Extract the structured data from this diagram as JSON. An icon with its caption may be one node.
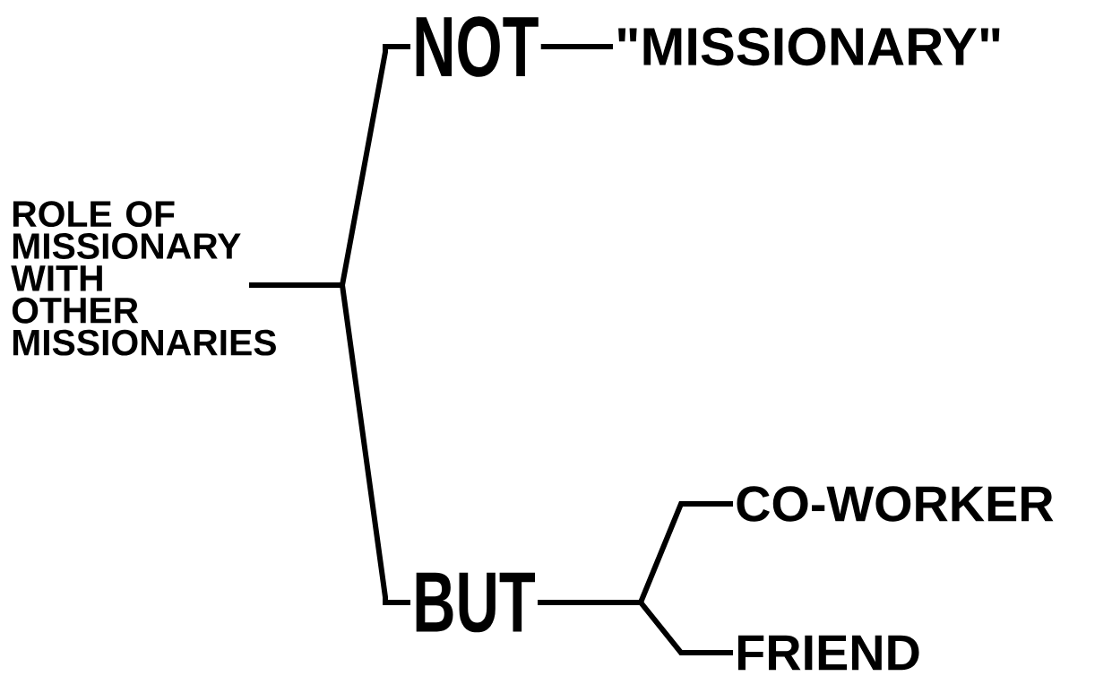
{
  "diagram": {
    "nodes": [
      {
        "text": [
          "ROLE OF MISSIONARY WITH OTHER MISSIONARIES"
        ]
      },
      {
        "text": [
          "NOT"
        ]
      },
      {
        "text": [
          "\"MISSIONARY\""
        ]
      },
      {
        "text": [
          "BUT"
        ]
      },
      {
        "text": [
          "CO-WORKER"
        ]
      },
      {
        "text": [
          "FRIEND"
        ]
      }
    ],
    "edges": [
      {
        "from": 0,
        "to": 1,
        "arrow": "none"
      },
      {
        "from": 0,
        "to": 3,
        "arrow": "none"
      },
      {
        "from": 1,
        "to": 2,
        "arrow": "none"
      },
      {
        "from": 3,
        "to": 4,
        "arrow": "none"
      },
      {
        "from": 3,
        "to": 5,
        "arrow": "none"
      }
    ]
  }
}
